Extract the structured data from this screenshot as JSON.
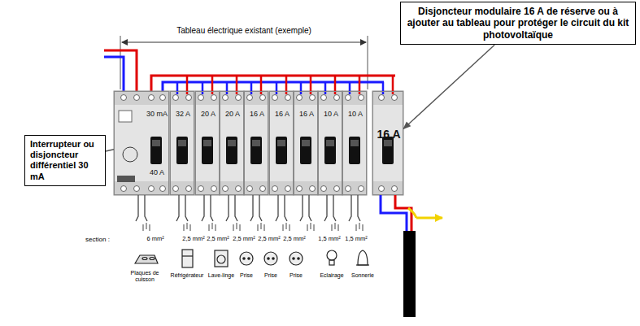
{
  "diagram": {
    "nodes": [
      {
        "text": [
          "Disjoncteur modulaire 16 A de réserve ou à ajouter au tableau pour protéger le circuit du kit photovoltaïque"
        ]
      },
      {
        "text": [
          "30 mA",
          "40 A"
        ]
      },
      {
        "text": [
          "32 A"
        ]
      },
      {
        "text": [
          "20 A"
        ]
      },
      {
        "text": [
          "20 A"
        ]
      },
      {
        "text": [
          "16 A"
        ]
      },
      {
        "text": [
          "16 A"
        ]
      },
      {
        "text": [
          "16 A"
        ]
      },
      {
        "text": [
          "10 A"
        ]
      },
      {
        "text": [
          "10 A"
        ]
      },
      {
        "text": [
          "16 A"
        ]
      },
      {
        "text": [
          "Interrupteur ou disjoncteur différentiel 30 mA"
        ]
      }
    ],
    "edges": [
      {
        "from": 0,
        "to": 10,
        "arrow": "to"
      },
      {
        "from": 11,
        "to": 1,
        "arrow": "none"
      }
    ],
    "labels": [
      "Tableau électrique existant (exemple)",
      "section :",
      "6 mm²",
      "2,5 mm²",
      "2,5 mm²",
      "2,5 mm²",
      "2,5 mm²",
      "2,5 mm²",
      "1,5 mm²",
      "1,5 mm²",
      "Plaques de cuisson",
      "Réfrigérateur",
      "Lave-linge",
      "Prise",
      "Prise",
      "Prise",
      "Eclairage",
      "Sonnerie"
    ]
  }
}
